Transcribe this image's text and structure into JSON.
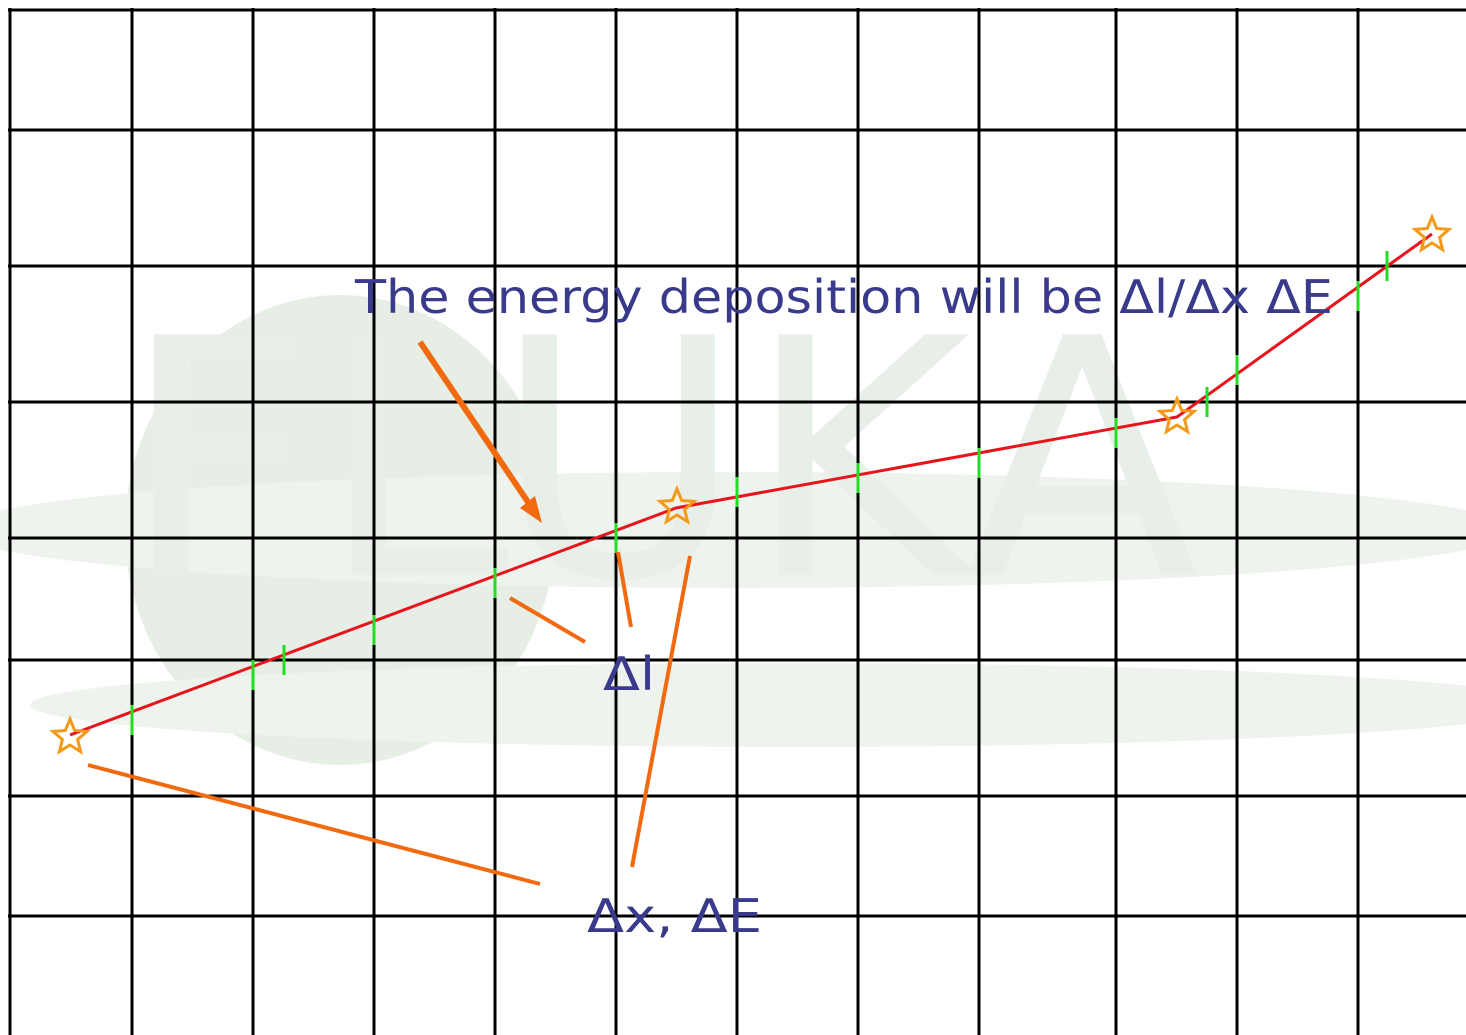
{
  "watermark": {
    "text": "FLUKA"
  },
  "labels": {
    "main": "The energy deposition will be Δl/Δx ΔE",
    "delta_l": "Δl",
    "delta_x_e": "Δx, ΔE"
  },
  "colors": {
    "grid": "#000000",
    "track": "#e8141c",
    "boundary_tick": "#22dd22",
    "arrow": "#f26a10",
    "star": "#f39a1a",
    "label": "#3a3a8c",
    "watermark_circle": "#e4ece4",
    "watermark_band": "#eef3ee"
  },
  "icons": {
    "step_point": "star-outline"
  }
}
